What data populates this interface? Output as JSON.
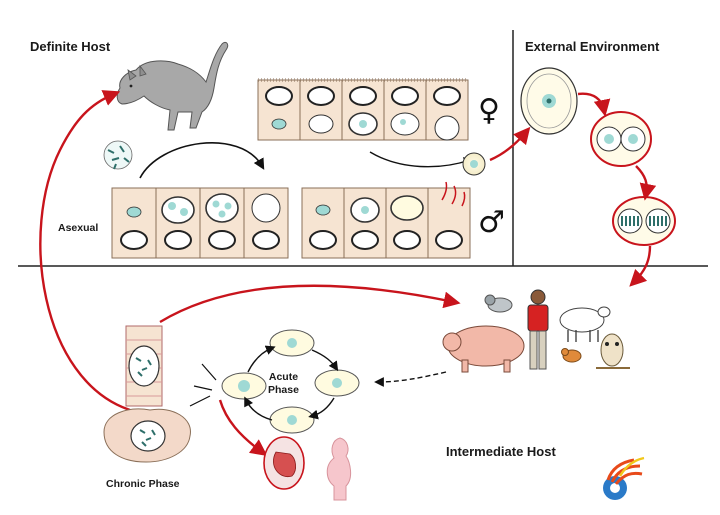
{
  "labels": {
    "definite_host": "Definite Host",
    "external_environment": "External Environment",
    "asexual": "Asexual",
    "acute_phase": "Acute\nPhase",
    "chronic_phase": "Chronic Phase",
    "intermediate_host": "Intermediate Host"
  },
  "symbols": {
    "female": "♀",
    "male": "♂"
  },
  "colors": {
    "cell_fill": "#f6e4d2",
    "cell_stroke": "#8a6f58",
    "nucleus_stroke": "#222222",
    "parasite_teal": "#9fd9d4",
    "arrow_red": "#c8141c",
    "arrow_black": "#111111",
    "divider": "#222222"
  }
}
